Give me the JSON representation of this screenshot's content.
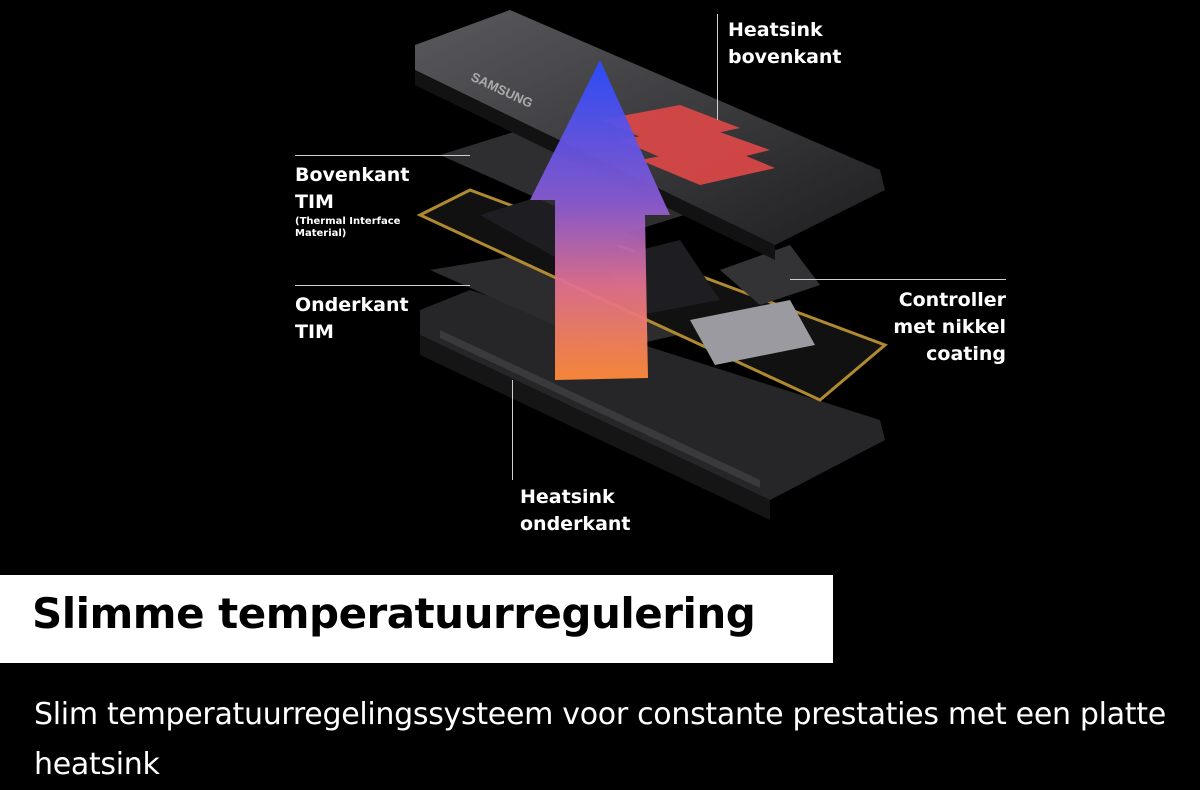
{
  "diagram": {
    "brand_marking": "SAMSUNG",
    "labels": {
      "heatsink_top": [
        "Heatsink",
        "bovenkant"
      ],
      "tim_top": [
        "Bovenkant",
        "TIM"
      ],
      "tim_top_note": [
        "(Thermal Interface",
        "Material)"
      ],
      "tim_bottom": [
        "Onderkant",
        "TIM"
      ],
      "controller": [
        "Controller",
        "met nikkel",
        "coating"
      ],
      "heatsink_bottom": [
        "Heatsink",
        "onderkant"
      ]
    },
    "colors": {
      "arrow_top": "#2a4bff",
      "arrow_mid": "#c05aa0",
      "arrow_bottom": "#ff8a3a",
      "heat_fins": "#e04848"
    }
  },
  "feature": {
    "title": "Slimme temperatuurregulering",
    "description": "Slim temperatuurregelingssysteem voor constante prestaties met een platte heatsink"
  }
}
